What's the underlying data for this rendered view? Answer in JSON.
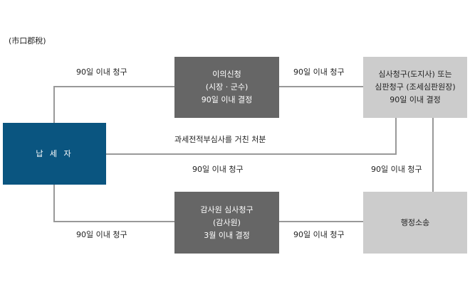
{
  "caption": "(市口郡稅)",
  "nodes": {
    "taxpayer": {
      "label": "납 세 자"
    },
    "objection": {
      "lines": [
        "이의신청",
        "(시장 · 군수)",
        "90일 이내 결정"
      ]
    },
    "review": {
      "lines": [
        "심사청구(도지사) 또는",
        "심판청구 (조세심판원장)",
        "90일 이내 결정"
      ]
    },
    "audit": {
      "lines": [
        "감사원 심사청구",
        "(감사원)",
        "3월 이내 결정"
      ]
    },
    "lawsuit": {
      "label": "행정소송"
    }
  },
  "edge_labels": {
    "taxpayer_to_objection": "90일 이내 청구",
    "objection_to_review": "90일 이내 청구",
    "pre_review_disposition": "과세전적부심사를 거친 처분",
    "taxpayer_to_review": "90일 이내 청구",
    "review_to_lawsuit": "90일 이내 청구",
    "taxpayer_to_audit": "90일 이내 청구",
    "audit_to_lawsuit": "90일 이내 청구"
  }
}
